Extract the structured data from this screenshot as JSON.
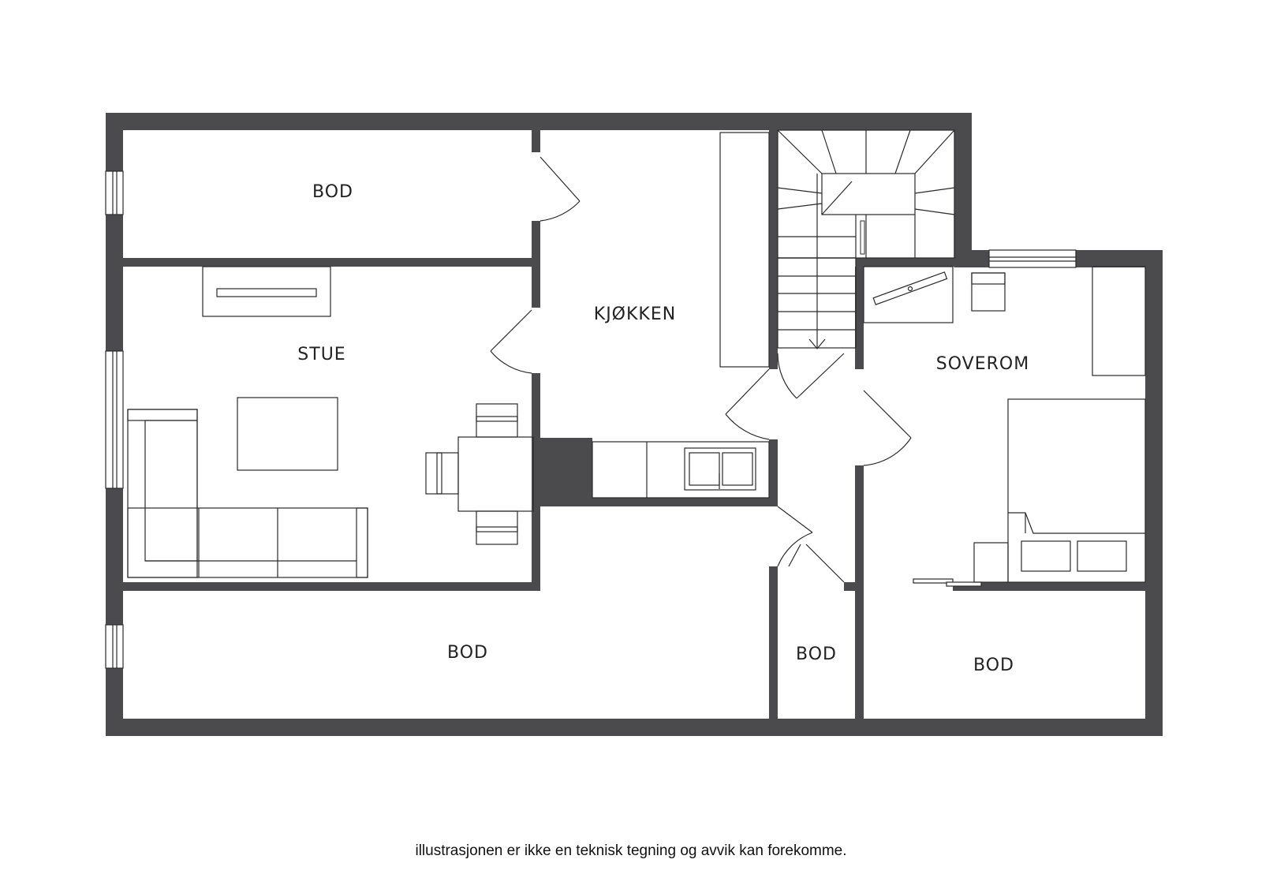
{
  "floorplan": {
    "rooms": {
      "bod_top_left": "BOD",
      "stue": "STUE",
      "kjokken": "KJØKKEN",
      "soverom": "SOVEROM",
      "bod_bottom_left": "BOD",
      "bod_small": "BOD",
      "bod_bottom_right": "BOD"
    },
    "disclaimer": "illustrasjonen er ikke en teknisk tegning og avvik kan forekomme.",
    "colors": {
      "wall": "#4b4b4d",
      "line": "#2a2a2a",
      "background": "#ffffff"
    }
  }
}
